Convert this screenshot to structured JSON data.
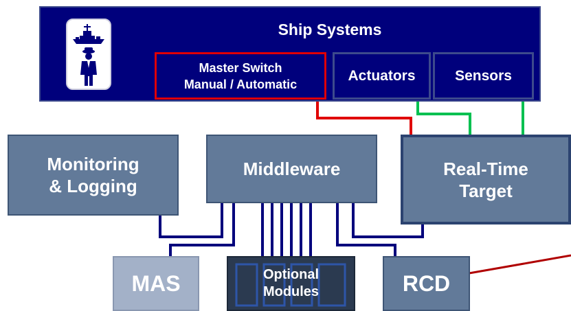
{
  "ship": {
    "title": "Ship Systems",
    "master_switch_line1": "Master Switch",
    "master_switch_line2": "Manual / Automatic",
    "actuators": "Actuators",
    "sensors": "Sensors",
    "icon": "ship-captain-icon"
  },
  "modules": {
    "monitoring_line1": "Monitoring",
    "monitoring_line2": "& Logging",
    "middleware": "Middleware",
    "realtime_line1": "Real-Time",
    "realtime_line2": "Target",
    "mas": "MAS",
    "optional_line1": "Optional",
    "optional_line2": "Modules",
    "rcd": "RCD"
  },
  "colors": {
    "ship_bg": "#00007c",
    "module_bg": "#627a99",
    "bus_line": "#00007c",
    "switch_red": "#e00000",
    "sensor_green": "#00c050"
  }
}
